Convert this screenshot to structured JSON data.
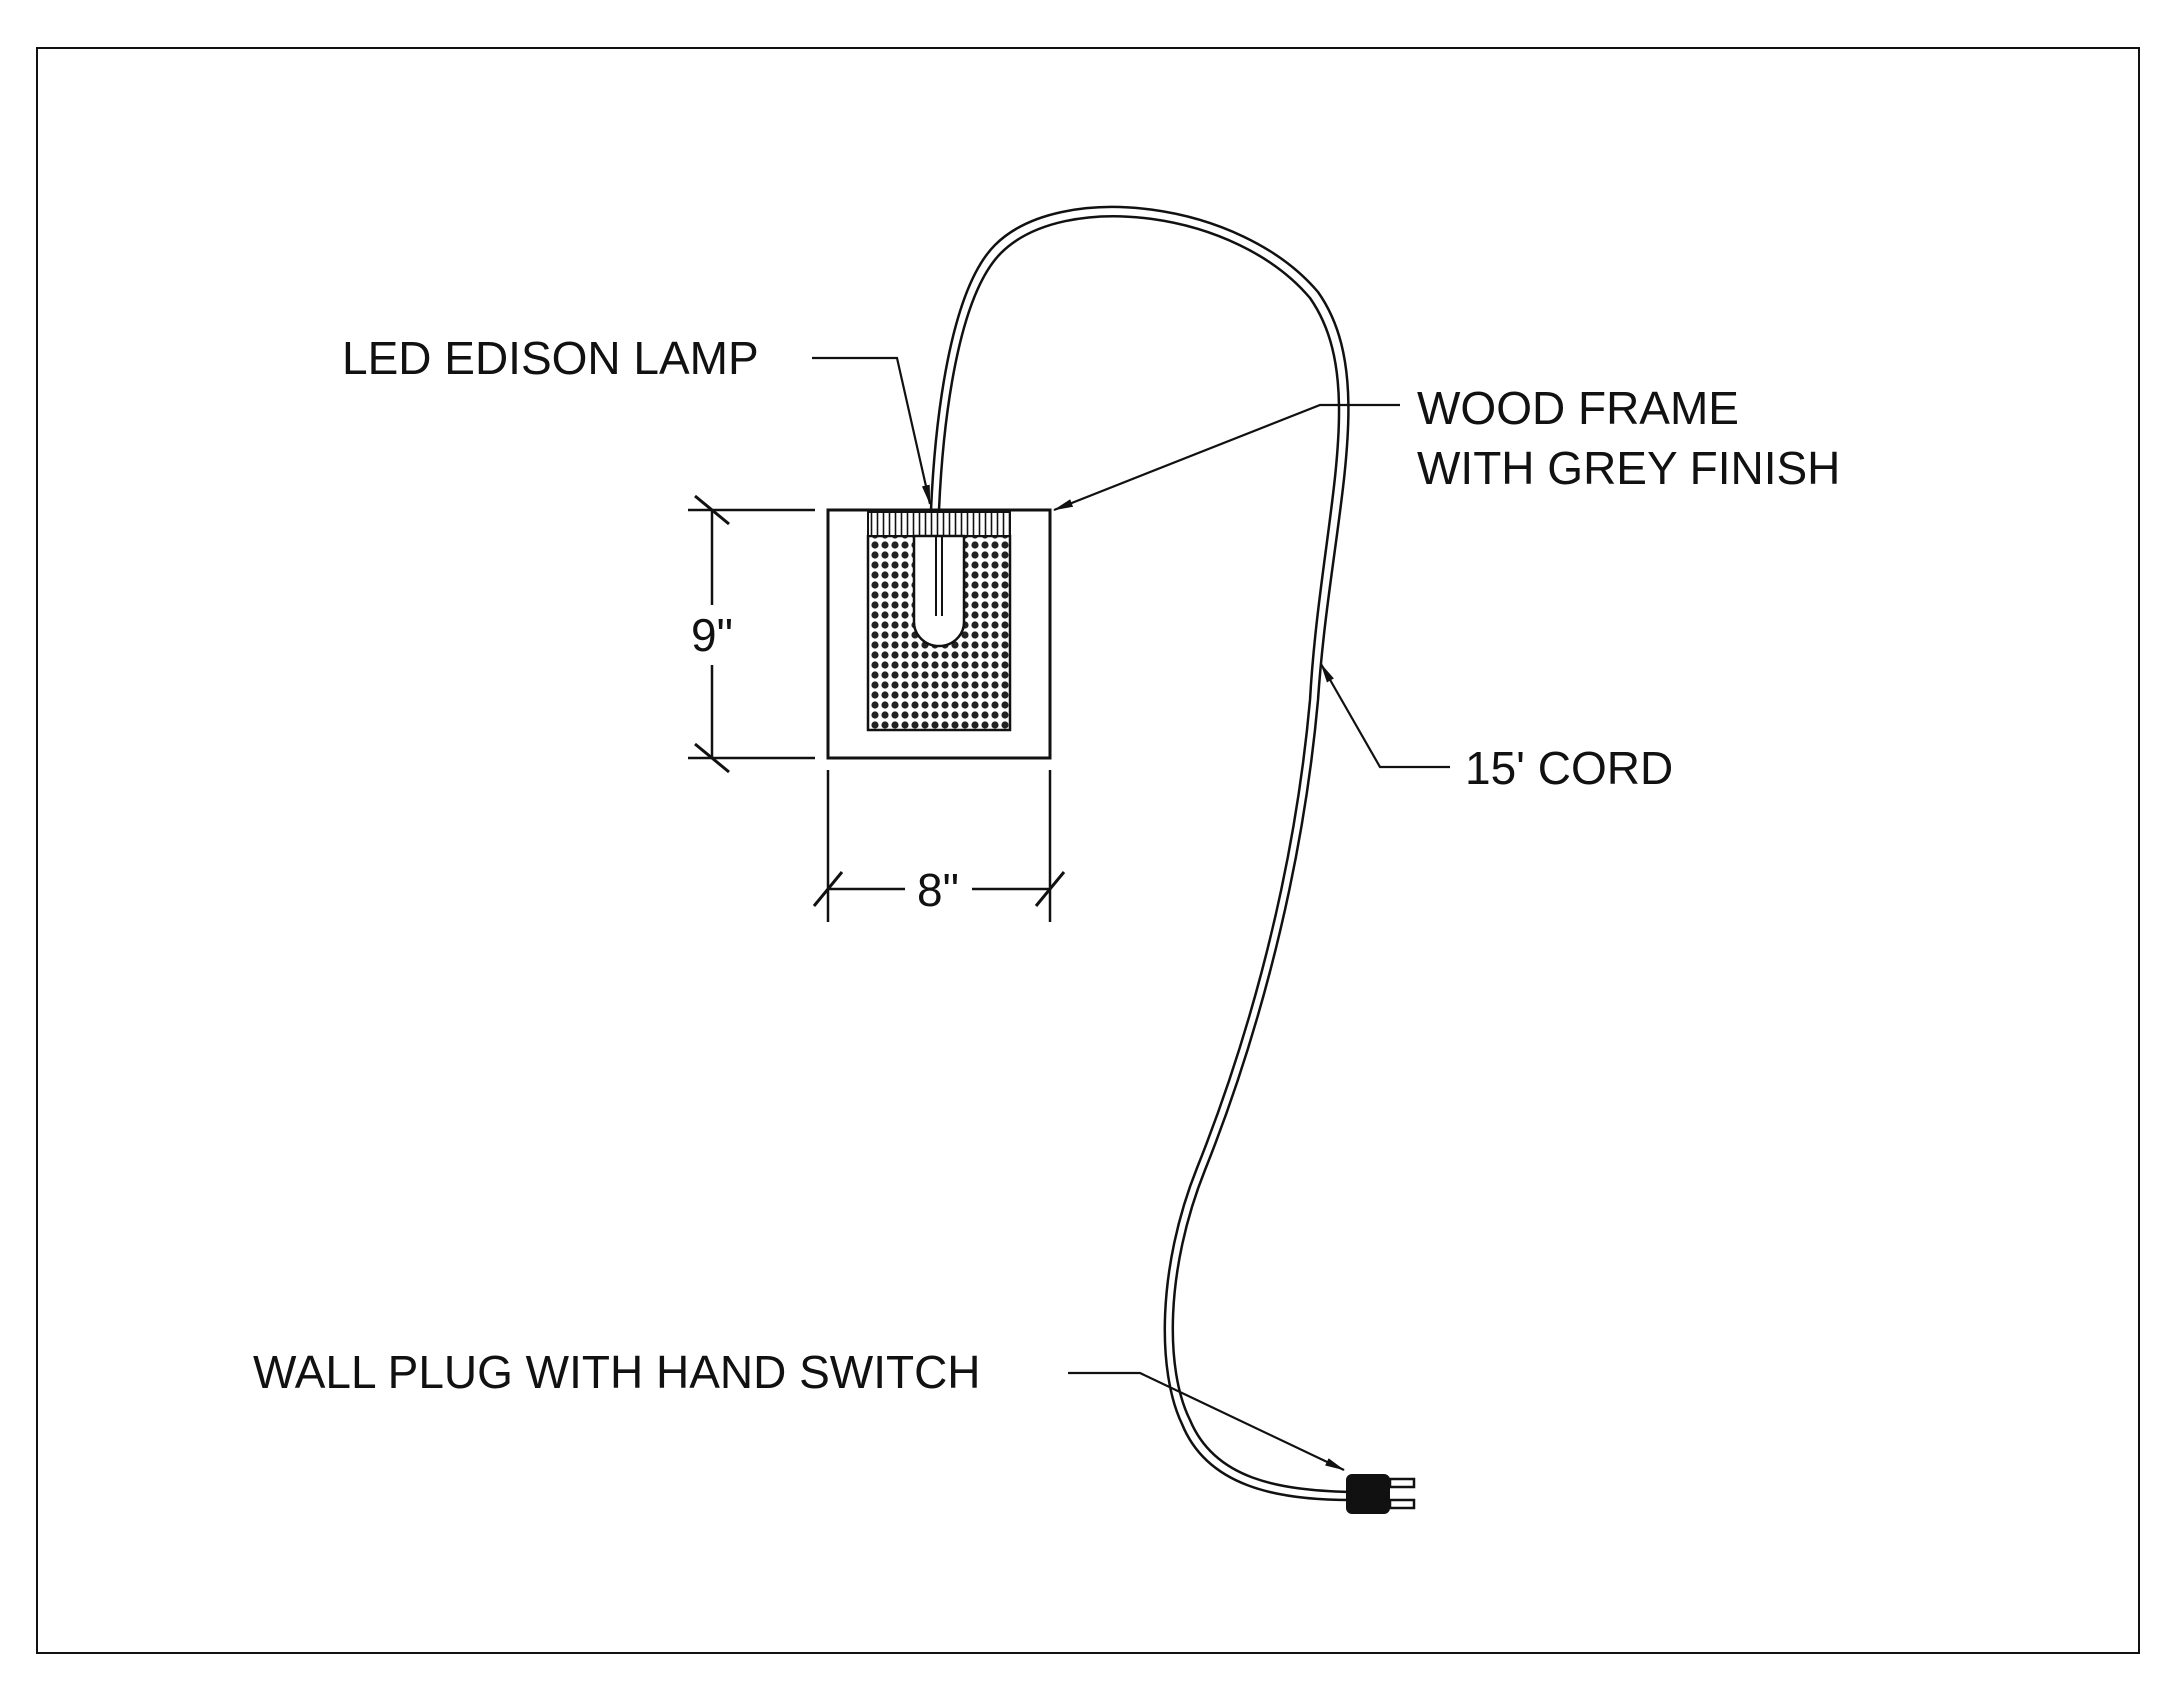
{
  "drawing": {
    "line_color": "#111111",
    "background": "#ffffff"
  },
  "callouts": {
    "lamp": "LED EDISON LAMP",
    "frame_line1": "WOOD FRAME",
    "frame_line2": "WITH GREY FINISH",
    "cord": "15' CORD",
    "plug": "WALL PLUG WITH HAND SWITCH"
  },
  "dimensions": {
    "height": "9\"",
    "width": "8\""
  }
}
